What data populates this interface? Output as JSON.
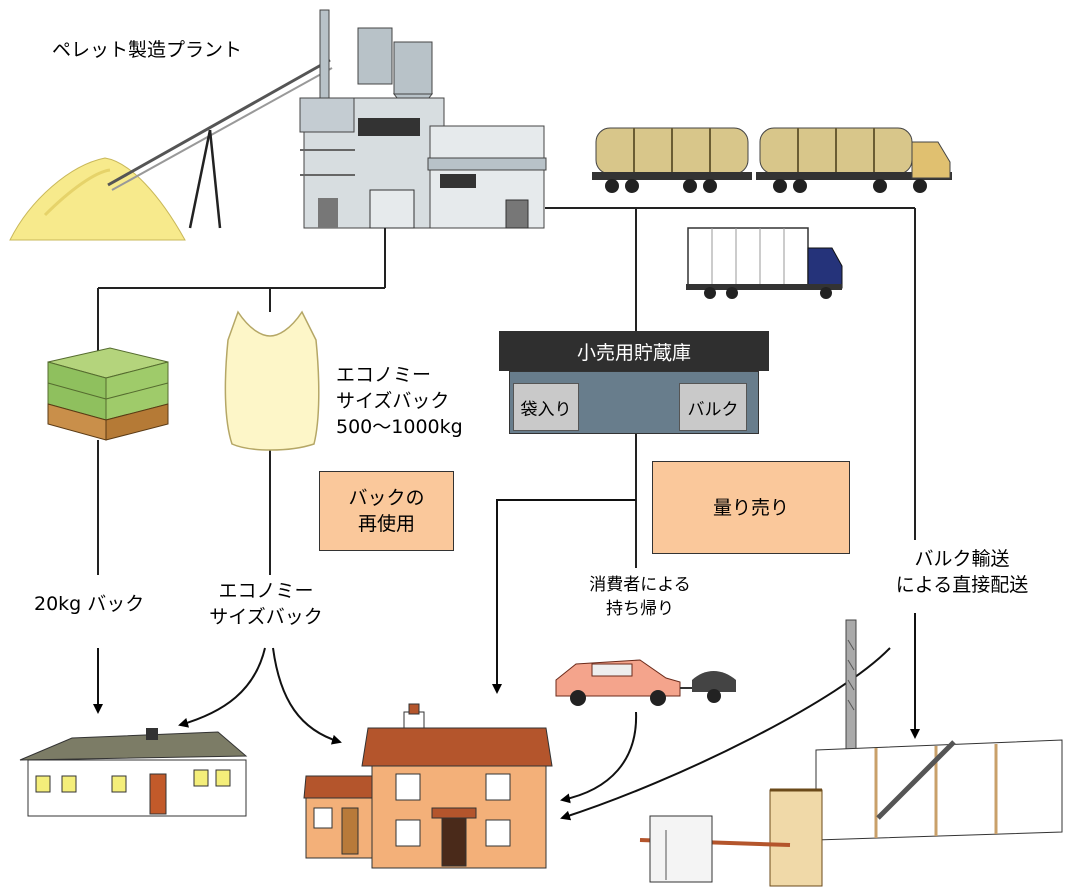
{
  "labels": {
    "plant_title": "ペレット製造プラント",
    "economy_bag_info": "エコノミー\nサイズバック\n500〜1000kg",
    "bag_20kg": "20kg バック",
    "economy_bag": "エコノミー\nサイズバック",
    "consumer_pickup": "消費者による\n持ち帰り",
    "bulk_delivery": "バルク輸送\nによる直接配送"
  },
  "boxes": {
    "bag_reuse": "バックの\n再使用",
    "sell_by_weight": "量り売り"
  },
  "store": {
    "title": "小売用貯蔵庫",
    "bagged": "袋入り",
    "bulk": "バルク"
  },
  "colors": {
    "box_fill": "#fac89b",
    "store_title": "#2f2f2f",
    "store_body": "#687d8c",
    "pellet_yellow": "#f7ea8c",
    "house_brick": "#f3b079",
    "roof_brown": "#b4552c"
  }
}
